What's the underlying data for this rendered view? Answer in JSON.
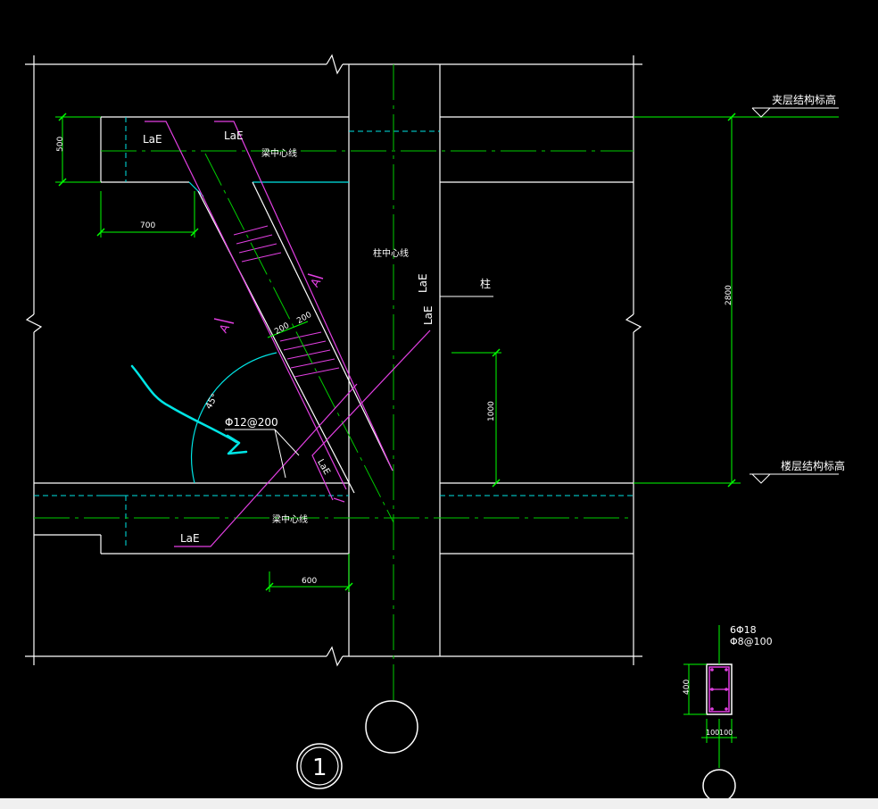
{
  "colors": {
    "background": "#000000",
    "structure": "#ffffff",
    "centerline": "#00cc00",
    "dimension": "#00ff00",
    "rebar": "#e23fe2",
    "annotation": "#00e5e5",
    "label": "#ffffff"
  },
  "labels": {
    "mezzanine_level": "夹层结构标高",
    "floor_level": "楼层结构标高",
    "beam_centerline_top": "梁中心线",
    "beam_centerline_bottom": "梁中心线",
    "column_centerline": "柱中心线",
    "column": "柱",
    "laE": "LaE",
    "section_mark": "A",
    "angle": "45°",
    "rebar_spec": "Φ12@200",
    "detail_number": "1",
    "section_rebar_main": "6Φ18",
    "section_rebar_stirrup": "Φ8@100"
  },
  "dimensions": {
    "beam_depth": "500",
    "haunch_top": "700",
    "haunch_bottom": "600",
    "story_height": "2800",
    "column_offset": "1000",
    "slab_width_1": "200",
    "slab_width_2": "200",
    "section_height": "400",
    "section_width_1": "100",
    "section_width_2": "100"
  }
}
